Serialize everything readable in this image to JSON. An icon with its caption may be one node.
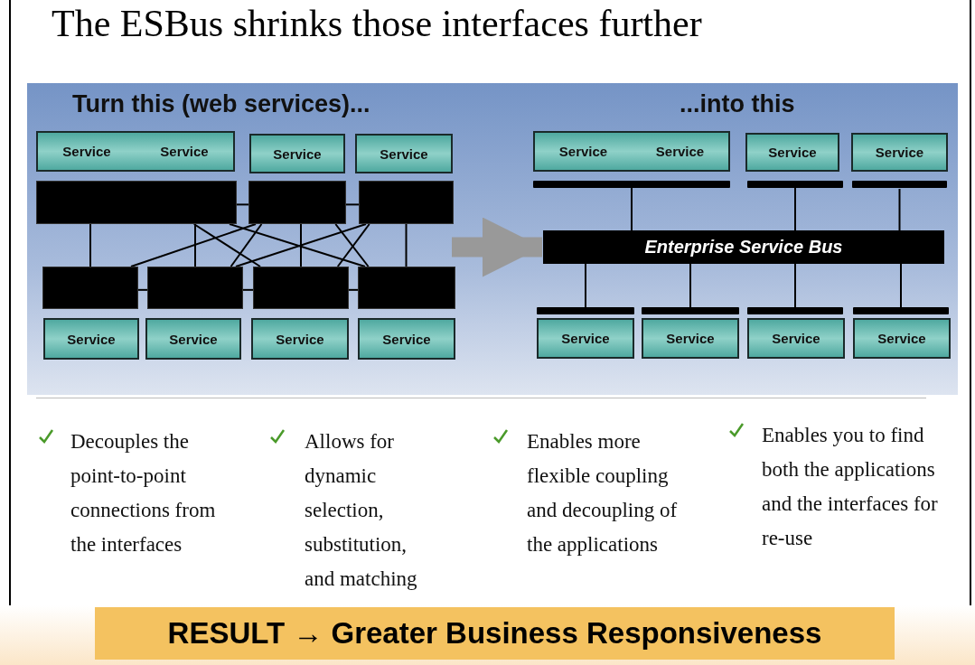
{
  "diagram": {
    "title": "The ESBus shrinks those interfaces further",
    "nodes": [
      {
        "text": [
          "Service",
          "Service"
        ]
      },
      {
        "text": [
          "Service"
        ]
      },
      {
        "text": [
          "Service"
        ]
      },
      {
        "text": [],
        "shape": "box"
      },
      {
        "text": [],
        "shape": "box"
      },
      {
        "text": [],
        "shape": "box"
      },
      {
        "text": [],
        "shape": "box"
      },
      {
        "text": [],
        "shape": "box"
      },
      {
        "text": [],
        "shape": "box"
      },
      {
        "text": [],
        "shape": "box"
      },
      {
        "text": [
          "Service"
        ]
      },
      {
        "text": [
          "Service"
        ]
      },
      {
        "text": [
          "Service"
        ]
      },
      {
        "text": [
          "Service"
        ]
      },
      {
        "text": [
          "Service",
          "Service"
        ]
      },
      {
        "text": [
          "Service"
        ]
      },
      {
        "text": [
          "Service"
        ]
      },
      {
        "text": [],
        "shape": "bar"
      },
      {
        "text": [],
        "shape": "bar"
      },
      {
        "text": [],
        "shape": "bar"
      },
      {
        "text": [
          "Enterprise Service Bus"
        ]
      },
      {
        "text": [],
        "shape": "bar"
      },
      {
        "text": [],
        "shape": "bar"
      },
      {
        "text": [],
        "shape": "bar"
      },
      {
        "text": [],
        "shape": "bar"
      },
      {
        "text": [
          "Service"
        ]
      },
      {
        "text": [
          "Service"
        ]
      },
      {
        "text": [
          "Service"
        ]
      },
      {
        "text": [
          "Service"
        ]
      },
      {
        "text": [
          "RESULT → Greater Business Responsiveness"
        ]
      }
    ],
    "edges": [
      {
        "from": 3,
        "to": 4,
        "arrow": "none"
      },
      {
        "from": 4,
        "to": 5,
        "arrow": "none"
      },
      {
        "from": 6,
        "to": 7,
        "arrow": "none"
      },
      {
        "from": 7,
        "to": 8,
        "arrow": "none"
      },
      {
        "from": 8,
        "to": 9,
        "arrow": "none"
      },
      {
        "from": 3,
        "to": 6,
        "arrow": "none"
      },
      {
        "from": 3,
        "to": 7,
        "arrow": "none"
      },
      {
        "from": 3,
        "to": 8,
        "arrow": "none"
      },
      {
        "from": 3,
        "to": 9,
        "arrow": "none"
      },
      {
        "from": 4,
        "to": 6,
        "arrow": "none"
      },
      {
        "from": 4,
        "to": 7,
        "arrow": "none"
      },
      {
        "from": 4,
        "to": 8,
        "arrow": "none"
      },
      {
        "from": 4,
        "to": 9,
        "arrow": "none"
      },
      {
        "from": 5,
        "to": 7,
        "arrow": "none"
      },
      {
        "from": 5,
        "to": 8,
        "arrow": "none"
      },
      {
        "from": 5,
        "to": 9,
        "arrow": "none"
      },
      {
        "from": 17,
        "to": 20,
        "arrow": "none"
      },
      {
        "from": 18,
        "to": 20,
        "arrow": "none"
      },
      {
        "from": 19,
        "to": 20,
        "arrow": "none"
      },
      {
        "from": 20,
        "to": 21,
        "arrow": "none"
      },
      {
        "from": 20,
        "to": 22,
        "arrow": "none"
      },
      {
        "from": 20,
        "to": 23,
        "arrow": "none"
      },
      {
        "from": 20,
        "to": 24,
        "arrow": "none"
      },
      {
        "from": null,
        "to": 20,
        "arrow": "to",
        "style": "thick",
        "color": "#999999"
      }
    ],
    "labels": [
      "Turn this (web services)...",
      "...into this",
      "Decouples the point-to-point connections from the interfaces",
      "Allows for dynamic selection, substitution, and matching",
      "Enables more flexible coupling and decoupling of the applications",
      "Enables you to find both the applications and the interfaces for re-use"
    ]
  }
}
